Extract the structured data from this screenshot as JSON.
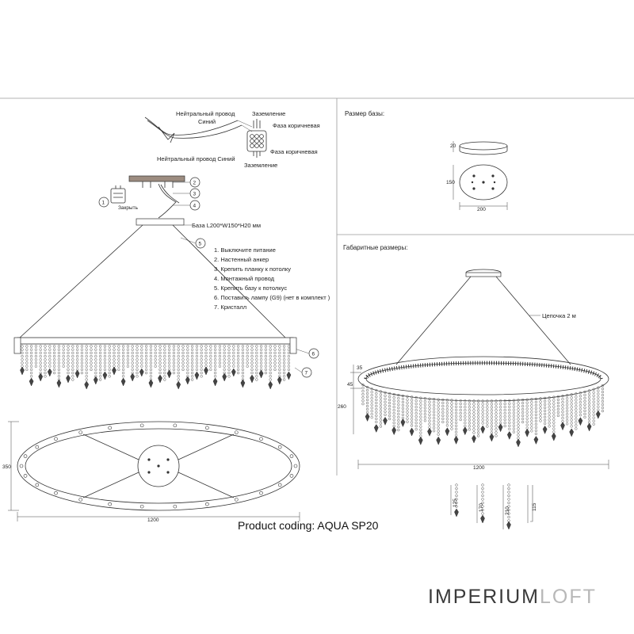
{
  "wiring": {
    "neutral_top": "Нейтральный провод",
    "blue_top": "Синий",
    "ground_top": "Заземление",
    "phase_top": "Фаза коричневая",
    "phase_bottom": "Фаза коричневая",
    "neutral_bottom": "Нейтральный провод Синий",
    "ground_bottom": "Заземление",
    "close_label": "Закрыть"
  },
  "callouts": [
    "1",
    "2",
    "3",
    "4",
    "5",
    "6",
    "7"
  ],
  "base_label": "База L200*W150*H20 мм",
  "steps": [
    "1. Выключите питание",
    "2. Настенный анкер",
    "3. Крепить планку к потолку",
    "4. Монтажный провод",
    "5. Крепить базу к потолкус",
    "6. Поставить лампу (G9) (нет в комплект )",
    "7. Кристалл"
  ],
  "base_size": {
    "heading": "Размер базы:",
    "height": "20",
    "depth": "150",
    "width": "200"
  },
  "overall": {
    "heading": "Габаритные размеры:",
    "chain": "Цепочка 2 м",
    "dim_35": "35",
    "dim_45": "45",
    "dim_260": "260",
    "width": "1200"
  },
  "top_view": {
    "depth": "350",
    "width": "1200"
  },
  "crystals": [
    "125",
    "170",
    "210",
    "115"
  ],
  "product_coding": "Product coding: AQUA SP20",
  "brand": {
    "part1": "IMPERIUM",
    "part2": "LOFT",
    "part2_color": "#b8b8b8"
  }
}
